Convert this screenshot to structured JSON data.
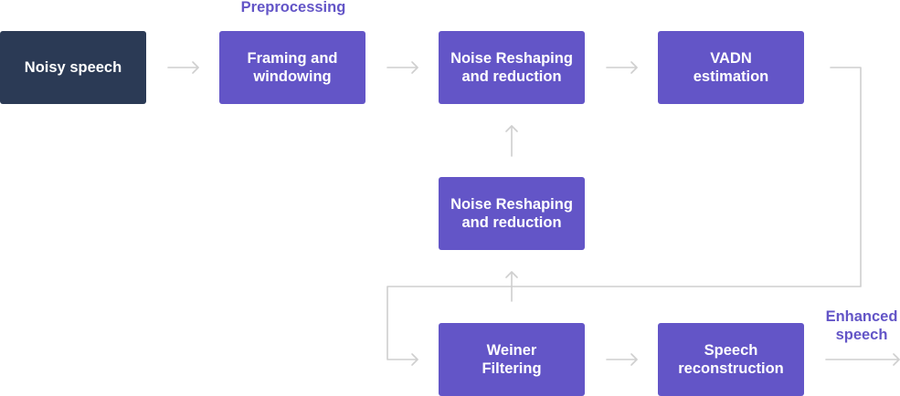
{
  "labels": {
    "preprocessing": "Preprocessing",
    "enhanced_speech": "Enhanced\nspeech"
  },
  "nodes": {
    "noisy_speech": "Noisy speech",
    "framing": "Framing and\nwindowing",
    "noise_reshaping_top": "Noise Reshaping\nand reduction",
    "vadn": "VADN\nestimation",
    "noise_reshaping_mid": "Noise Reshaping\nand reduction",
    "weiner": "Weiner\nFiltering",
    "speech_reconstruction": "Speech\nreconstruction"
  },
  "colors": {
    "node": "#6355c7",
    "input_node": "#2b3a55",
    "connector": "#cfcfcf",
    "caption": "#6355c7"
  }
}
